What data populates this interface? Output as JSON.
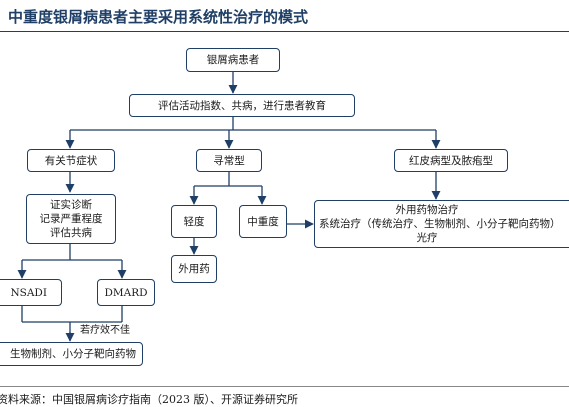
{
  "title": "中重度银屑病患者主要采用系统性治疗的模式",
  "nodes": {
    "root": "银屑病患者",
    "evaluate": "评估活动指数、共病，进行患者教育",
    "joint": "有关节症状",
    "common": "寻常型",
    "erythroderma": "红皮病型及脓疱型",
    "diagnosis": [
      "证实诊断",
      "记录严重程度",
      "评估共病"
    ],
    "mild": "轻度",
    "moderate_severe": "中重度",
    "topical": "外用药",
    "right_treatment": [
      "外用药物治疗",
      "系统治疗（传统治疗、生物制剂、小分子靶向药物）",
      "光疗"
    ],
    "nsaid": "NSADI",
    "dmard": "DMARD",
    "bio": "生物制剂、小分子靶向药物"
  },
  "note": "若疗效不佳",
  "source": "资料来源：中国银屑病诊疗指南（2023 版）、开源证券研究所"
}
